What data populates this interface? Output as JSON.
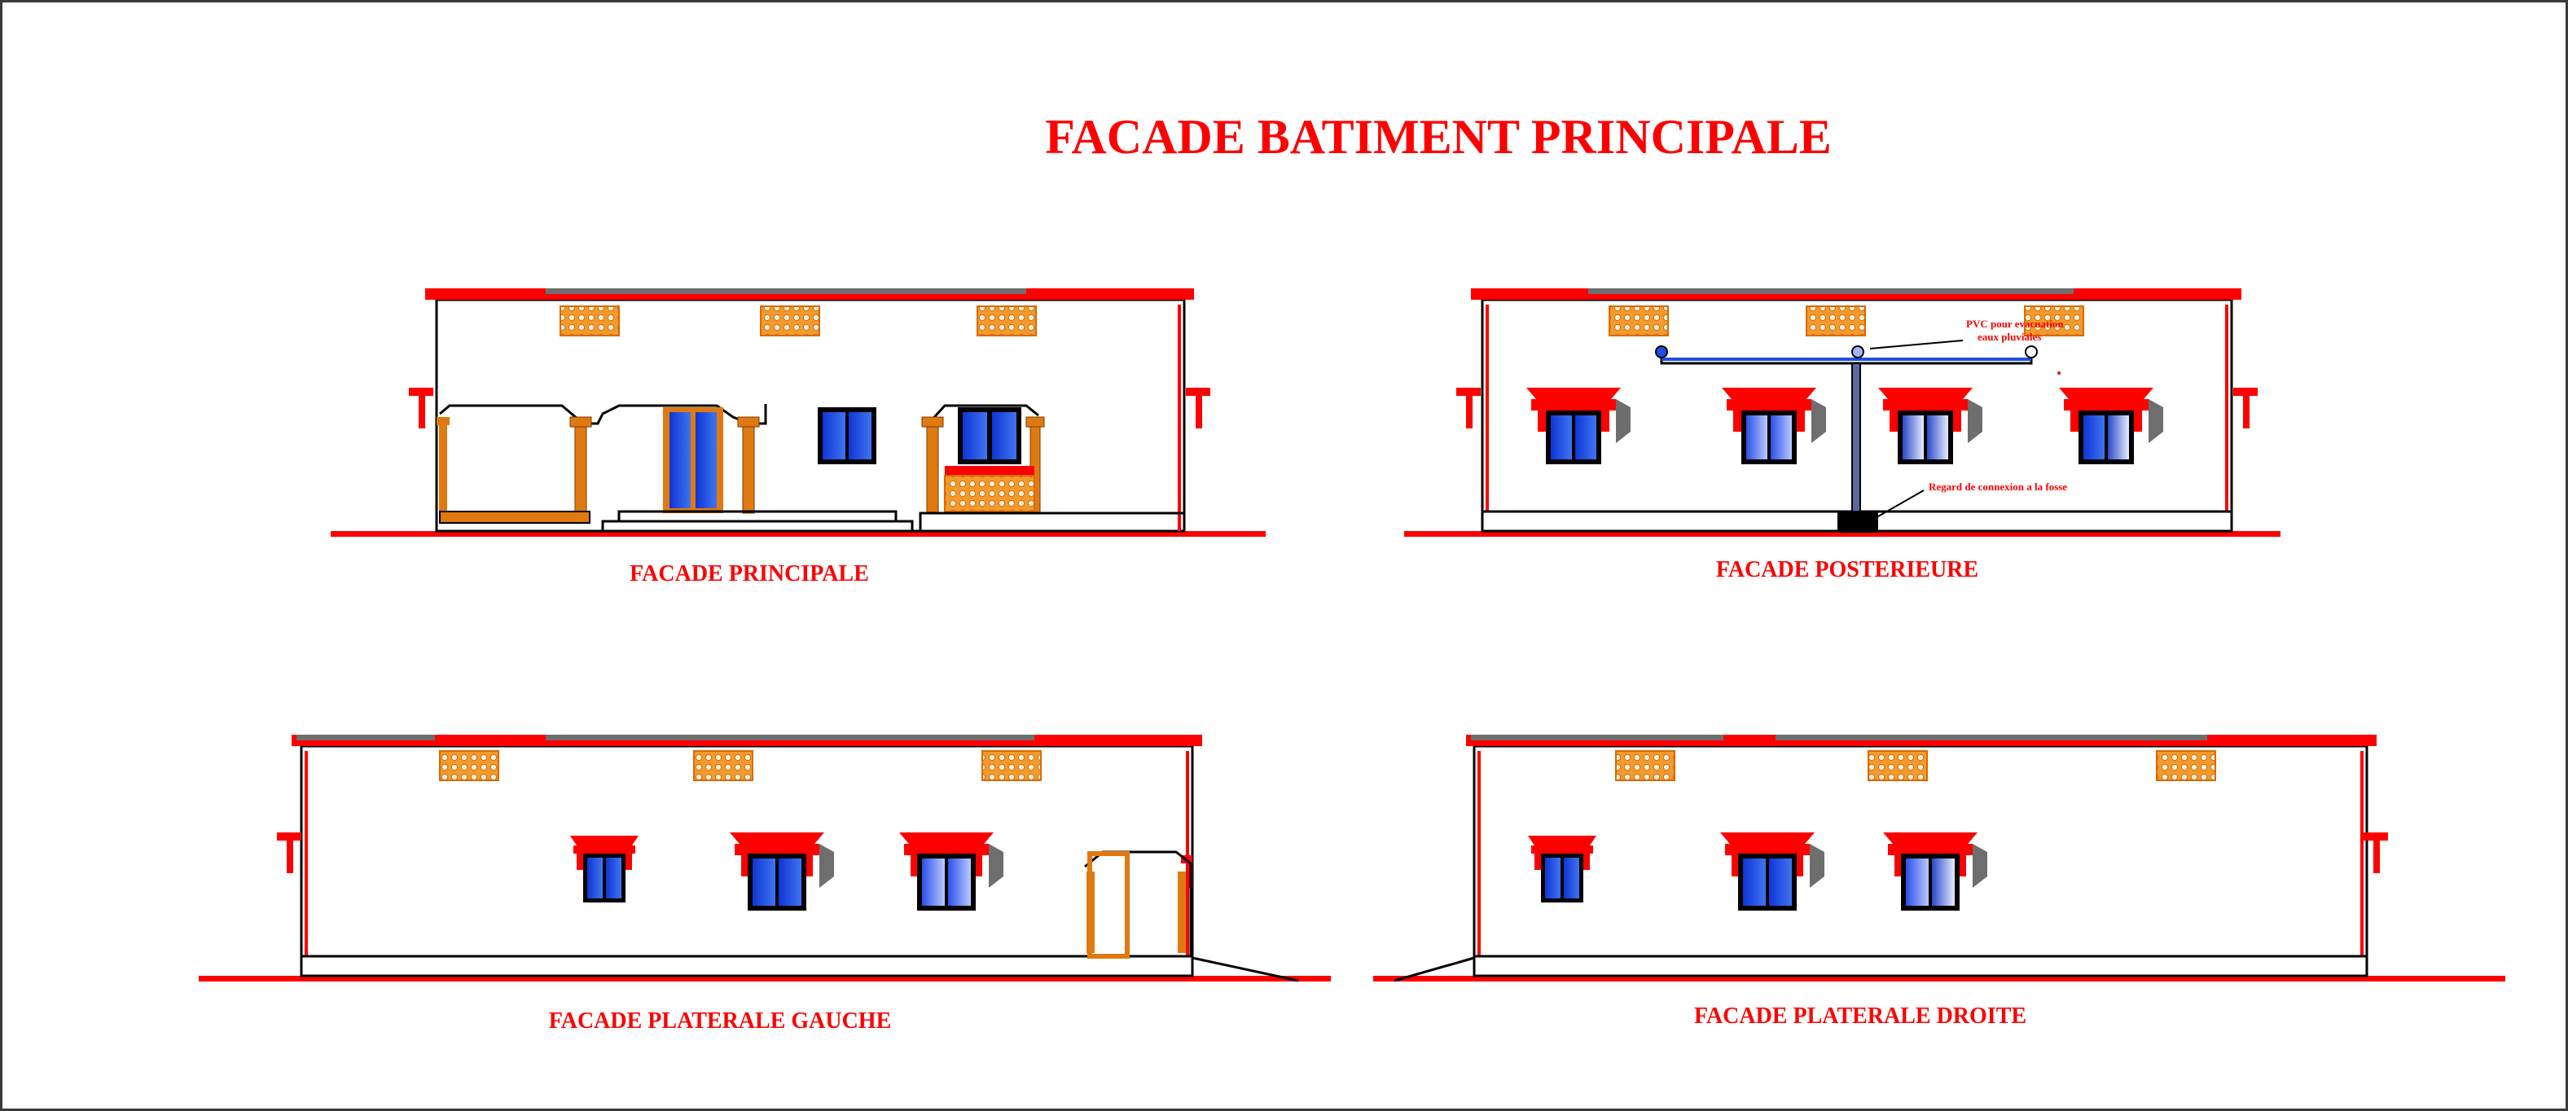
{
  "main_title": "FACADE  BATIMENT PRINCIPALE",
  "views": {
    "principale": {
      "label": "FACADE  PRINCIPALE"
    },
    "posterieure": {
      "label": "FACADE POSTERIEURE",
      "note_pvc_line1": "PVC pour evacuation",
      "note_pvc_line2": "eaux pluviales",
      "note_regard": "Regard de connexion a la fosse"
    },
    "laterale_gauche": {
      "label": "FACADE PLATERALE GAUCHE"
    },
    "laterale_droite": {
      "label": "FACADE PLATERALE DROITE"
    }
  },
  "colors": {
    "red": "#ff0000",
    "orange": "#e07a10",
    "blue": "#1f4fe0",
    "roof_gray": "#6e6e6e",
    "black": "#000000"
  }
}
